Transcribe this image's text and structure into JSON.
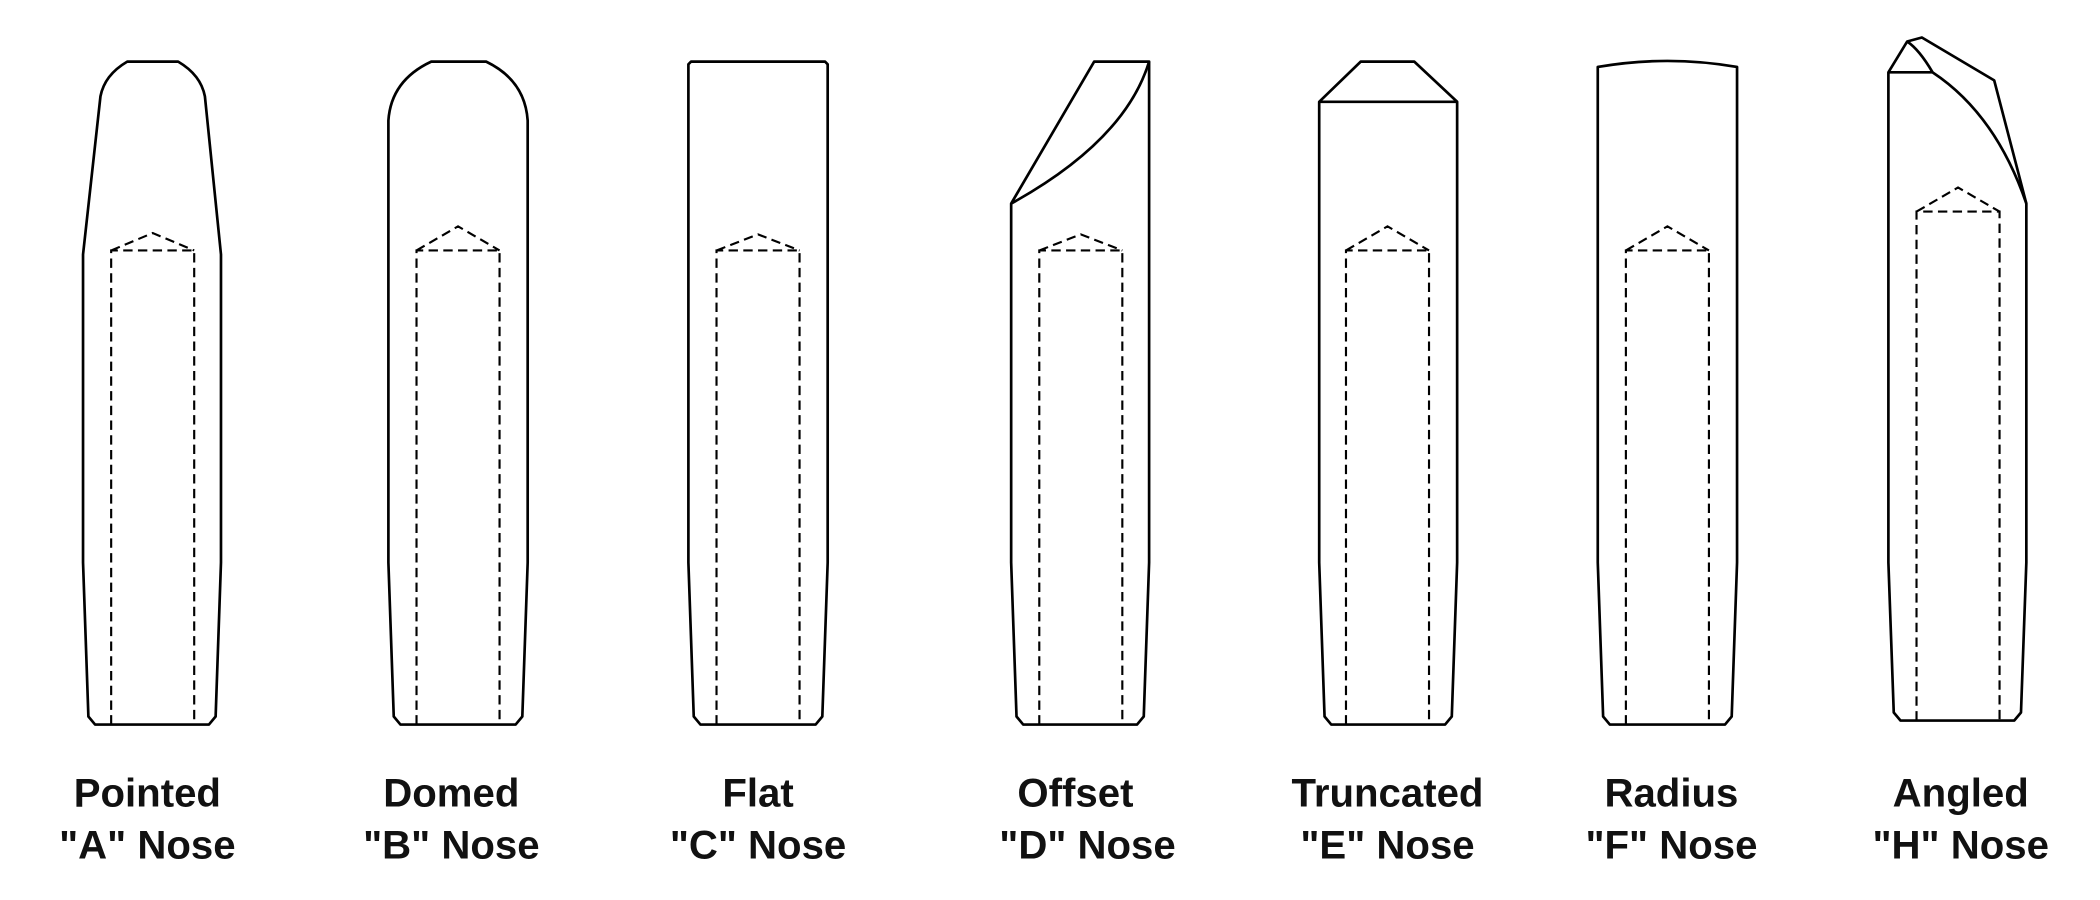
{
  "noses": [
    {
      "name": "Pointed",
      "code": "\"A\" Nose"
    },
    {
      "name": "Domed",
      "code": "\"B\" Nose"
    },
    {
      "name": "Flat",
      "code": "\"C\" Nose"
    },
    {
      "name": "Offset",
      "code": "\"D\" Nose"
    },
    {
      "name": "Truncated",
      "code": "\"E\" Nose"
    },
    {
      "name": "Radius",
      "code": "\"F\" Nose"
    },
    {
      "name": "Angled",
      "code": "\"H\" Nose"
    }
  ]
}
